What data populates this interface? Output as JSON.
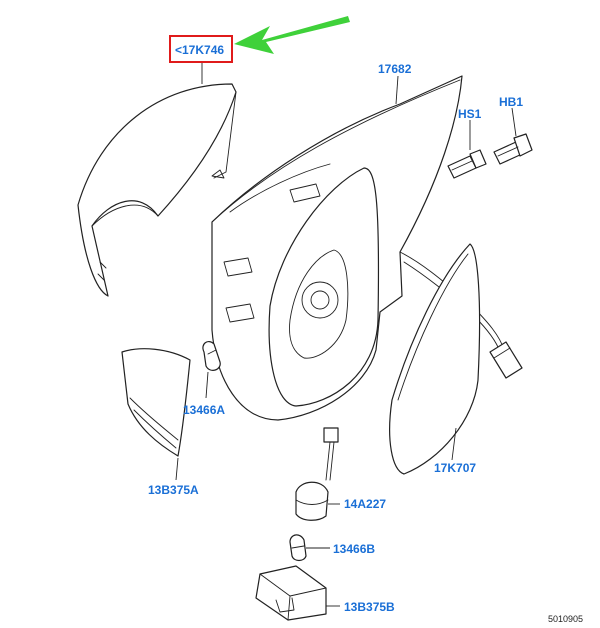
{
  "colors": {
    "label": "#1a6fd6",
    "highlight_box": "#e01b1b",
    "arrow": "#3fd13a",
    "line": "#222222"
  },
  "parts": [
    {
      "id": "cover",
      "label": "<17K746",
      "highlighted": true
    },
    {
      "id": "housing",
      "label": "17682"
    },
    {
      "id": "screw-hs1",
      "label": "HS1"
    },
    {
      "id": "bolt-hb1",
      "label": "HB1"
    },
    {
      "id": "bulb-a",
      "label": "13466A"
    },
    {
      "id": "lamp-a",
      "label": "13B375A"
    },
    {
      "id": "glass",
      "label": "17K707"
    },
    {
      "id": "socket",
      "label": "14A227"
    },
    {
      "id": "bulb-b",
      "label": "13466B"
    },
    {
      "id": "lamp-b",
      "label": "13B375B"
    }
  ],
  "drawing_number": "5010905"
}
